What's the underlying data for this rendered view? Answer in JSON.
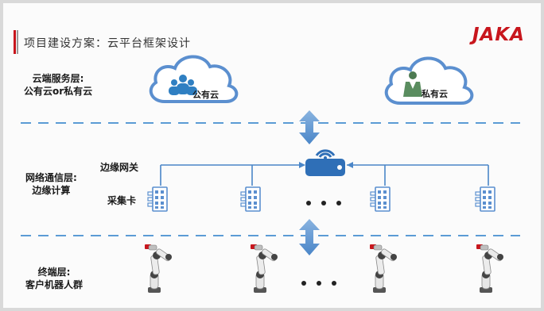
{
  "header": {
    "title": "项目建设方案：云平台框架设计",
    "logo_text": "JAKA",
    "brand_color": "#c8161d"
  },
  "layers": {
    "cloud": {
      "line1": "云端服务层:",
      "line2": "公有云or私有云"
    },
    "network": {
      "line1": "网络通信层:",
      "line2": "边缘计算"
    },
    "terminal": {
      "line1": "终端层:",
      "line2": "客户机器人群"
    }
  },
  "clouds": {
    "public": {
      "label": "公有云",
      "icon": "people-group-icon"
    },
    "private": {
      "label": "私有云",
      "icon": "person-icon"
    }
  },
  "network": {
    "gateway_label": "边缘网关",
    "card_label": "采集卡",
    "gateway_icon": "router-icon",
    "card_icon": "collection-card-icon",
    "ellipsis": "● ● ●"
  },
  "terminal": {
    "robot_icon": "robot-arm-icon",
    "ellipsis": "● ● ●"
  },
  "colors": {
    "line_blue": "#4a86c8",
    "cloud_stroke": "#5b8fcf",
    "icon_fill": "#2f6fb7",
    "dashed_blue": "#5b9bd5"
  }
}
